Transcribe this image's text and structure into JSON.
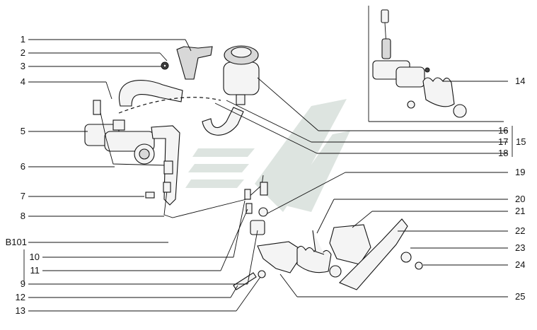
{
  "diagram": {
    "callouts_left": [
      "1",
      "2",
      "3",
      "4",
      "5",
      "6",
      "7",
      "8",
      "B101",
      "10",
      "11",
      "9",
      "12",
      "13"
    ],
    "callouts_right": [
      "14",
      "16",
      "17",
      "18",
      "15",
      "19",
      "20",
      "21",
      "22",
      "23",
      "24",
      "25"
    ]
  }
}
